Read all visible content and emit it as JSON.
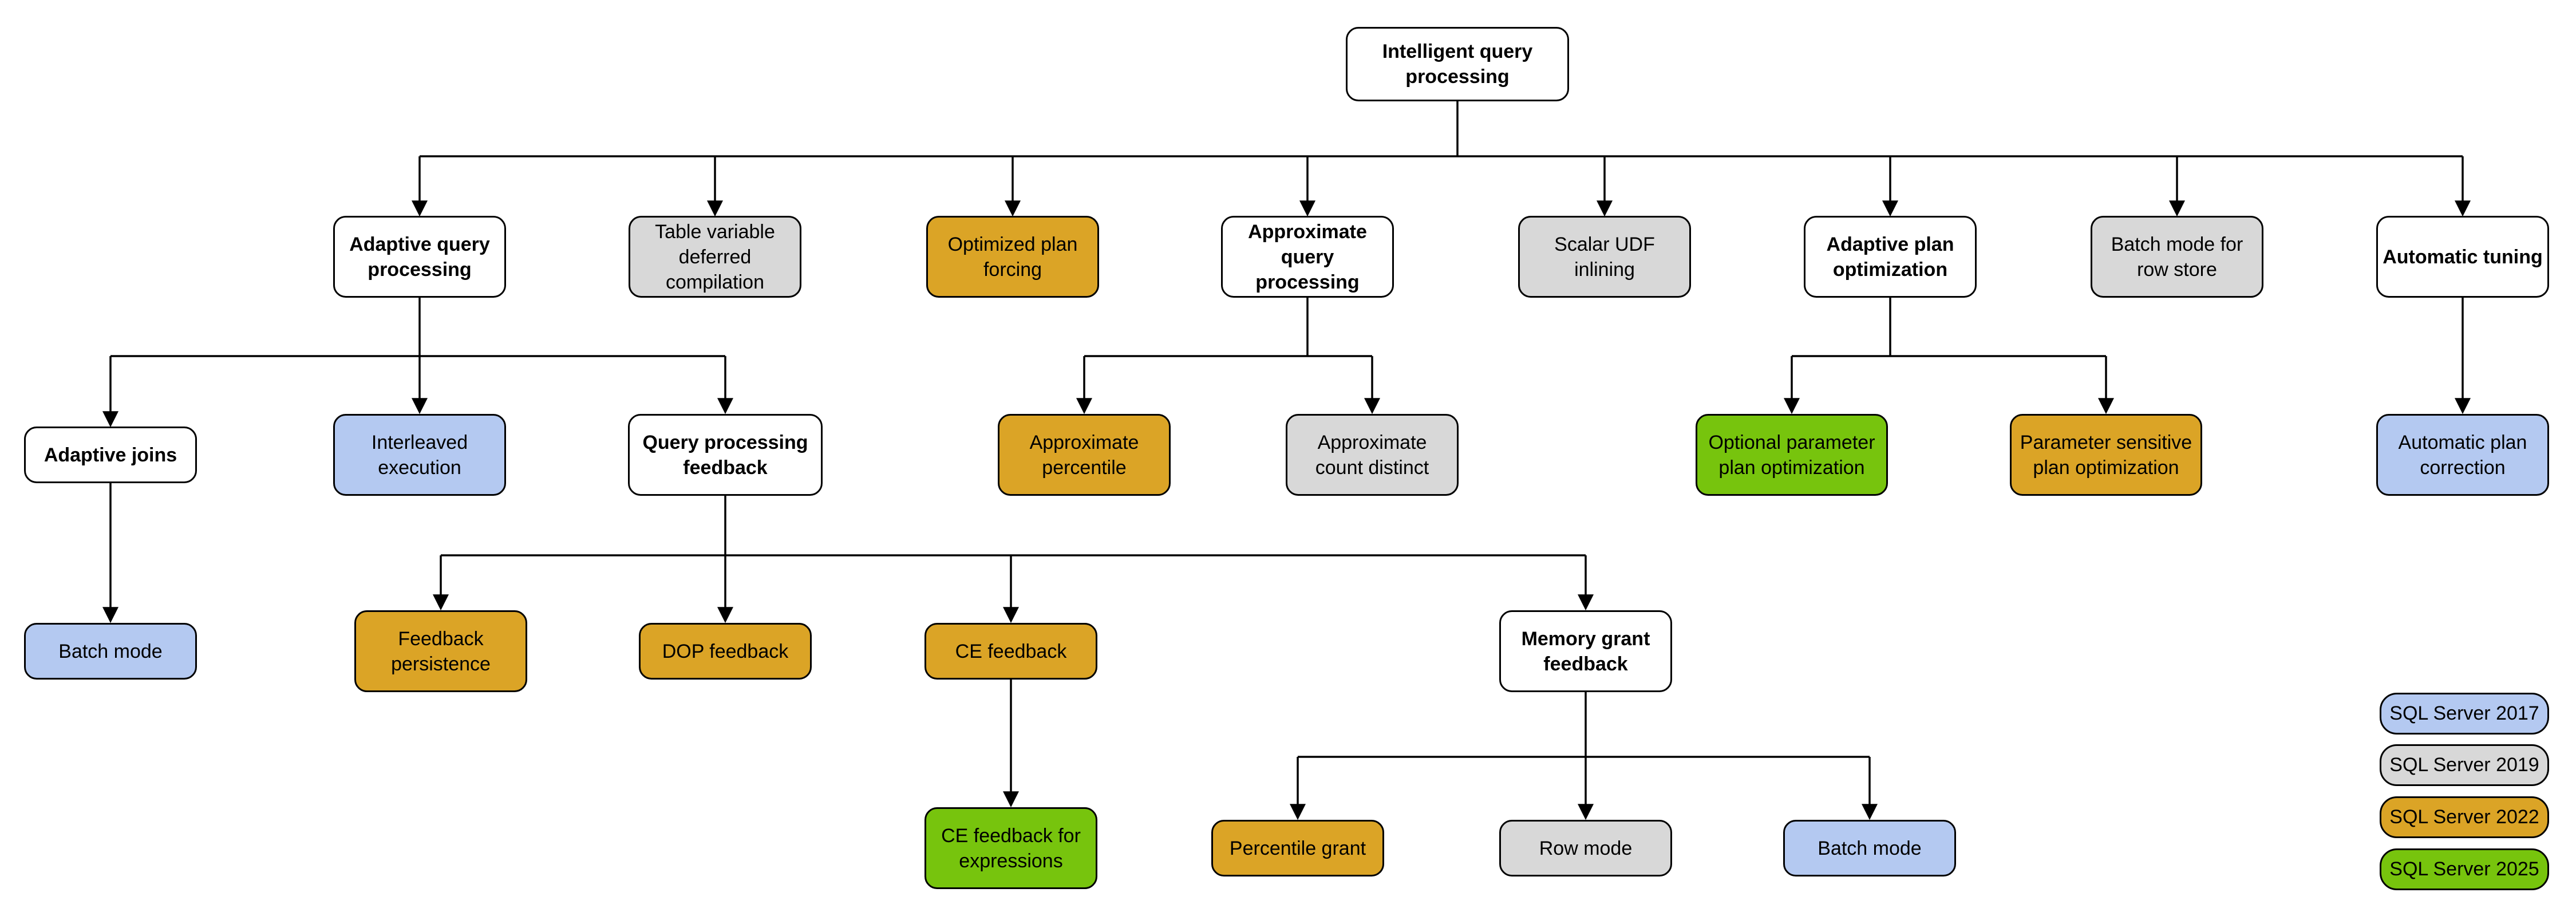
{
  "palette": {
    "sql2017_blue": "#B4C9F1",
    "sql2019_gray": "#D8D8D8",
    "sql2022_gold": "#DBA426",
    "sql2025_green": "#77C40D",
    "category_white": "#FFFFFF",
    "line_black": "#000000"
  },
  "nodes": [
    {
      "id": "intelligent-query-processing",
      "label": "Intelligent query processing",
      "variant": "category"
    },
    {
      "id": "adaptive-query-processing",
      "label": "Adaptive query processing",
      "variant": "category"
    },
    {
      "id": "table-variable-deferred-compilation",
      "label": "Table variable deferred compilation",
      "variant": "sql2019"
    },
    {
      "id": "optimized-plan-forcing",
      "label": "Optimized plan forcing",
      "variant": "sql2022"
    },
    {
      "id": "approximate-query-processing",
      "label": "Approximate query processing",
      "variant": "category"
    },
    {
      "id": "scalar-udf-inlining",
      "label": "Scalar UDF inlining",
      "variant": "sql2019"
    },
    {
      "id": "adaptive-plan-optimization",
      "label": "Adaptive plan optimization",
      "variant": "category"
    },
    {
      "id": "batch-mode-for-row-store",
      "label": "Batch mode for row store",
      "variant": "sql2019"
    },
    {
      "id": "automatic-tuning",
      "label": "Automatic tuning",
      "variant": "category"
    },
    {
      "id": "adaptive-joins",
      "label": "Adaptive joins",
      "variant": "category"
    },
    {
      "id": "interleaved-execution",
      "label": "Interleaved execution",
      "variant": "sql2017"
    },
    {
      "id": "query-processing-feedback",
      "label": "Query processing feedback",
      "variant": "category"
    },
    {
      "id": "approximate-percentile",
      "label": "Approximate percentile",
      "variant": "sql2022"
    },
    {
      "id": "approximate-count-distinct",
      "label": "Approximate count distinct",
      "variant": "sql2019"
    },
    {
      "id": "optional-parameter-plan-optimization",
      "label": "Optional parameter plan optimization",
      "variant": "sql2025"
    },
    {
      "id": "parameter-sensitive-plan-optimization",
      "label": "Parameter sensitive plan optimization",
      "variant": "sql2022"
    },
    {
      "id": "automatic-plan-correction",
      "label": "Automatic plan correction",
      "variant": "sql2017"
    },
    {
      "id": "batch-mode-under-adaptive-joins",
      "label": "Batch mode",
      "variant": "sql2017"
    },
    {
      "id": "feedback-persistence",
      "label": "Feedback persistence",
      "variant": "sql2022"
    },
    {
      "id": "dop-feedback",
      "label": "DOP feedback",
      "variant": "sql2022"
    },
    {
      "id": "ce-feedback",
      "label": "CE feedback",
      "variant": "sql2022"
    },
    {
      "id": "memory-grant-feedback",
      "label": "Memory grant feedback",
      "variant": "category"
    },
    {
      "id": "ce-feedback-for-expressions",
      "label": "CE feedback for expressions",
      "variant": "sql2025"
    },
    {
      "id": "percentile-grant",
      "label": "Percentile grant",
      "variant": "sql2022"
    },
    {
      "id": "row-mode",
      "label": "Row mode",
      "variant": "sql2019"
    },
    {
      "id": "batch-mode-under-memory-grant",
      "label": "Batch mode",
      "variant": "sql2017"
    }
  ],
  "legend": [
    {
      "label": "SQL Server 2017",
      "variant": "sql2017",
      "color": "#B4C9F1"
    },
    {
      "label": "SQL Server 2019",
      "variant": "sql2019",
      "color": "#D8D8D8"
    },
    {
      "label": "SQL Server 2022",
      "variant": "sql2022",
      "color": "#DBA426"
    },
    {
      "label": "SQL Server 2025",
      "variant": "sql2025",
      "color": "#77C40D"
    }
  ]
}
